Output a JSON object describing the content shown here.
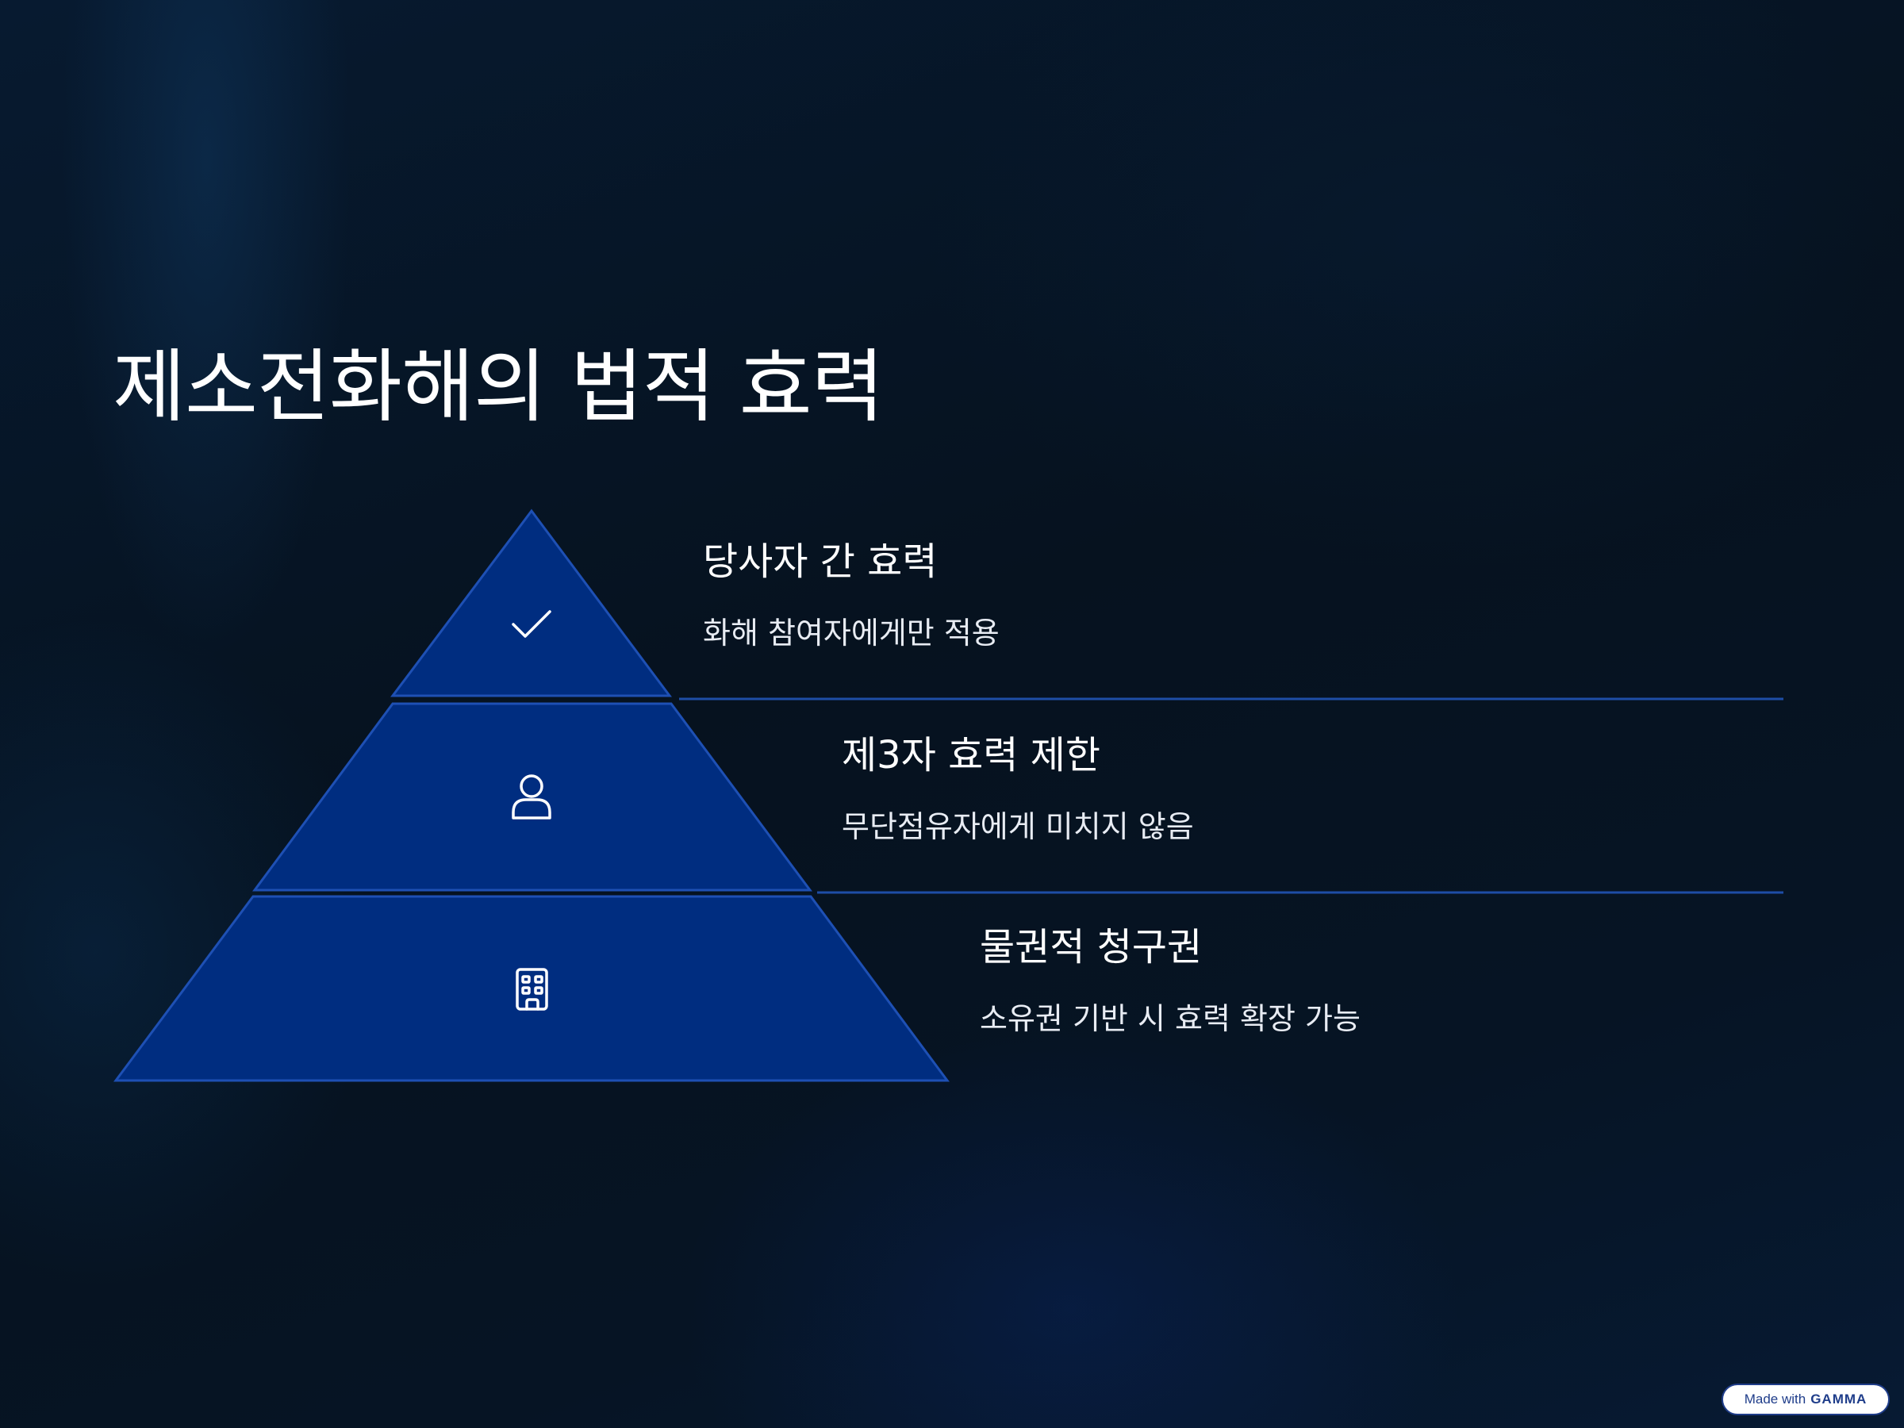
{
  "slide": {
    "title": "제소전화해의 법적 효력"
  },
  "pyramid": {
    "levels": [
      {
        "icon": "check-icon",
        "heading": "당사자 간 효력",
        "description": "화해 참여자에게만 적용"
      },
      {
        "icon": "user-icon",
        "heading": "제3자 효력 제한",
        "description": "무단점유자에게 미치지 않음"
      },
      {
        "icon": "building-icon",
        "heading": "물권적 청구권",
        "description": "소유권 기반 시 효력 확장 가능"
      }
    ],
    "colors": {
      "fill": "#002d80",
      "stroke": "#1e50b4",
      "divider": "#1e4da6"
    }
  },
  "badge": {
    "prefix": "Made with",
    "brand": "GAMMA"
  }
}
